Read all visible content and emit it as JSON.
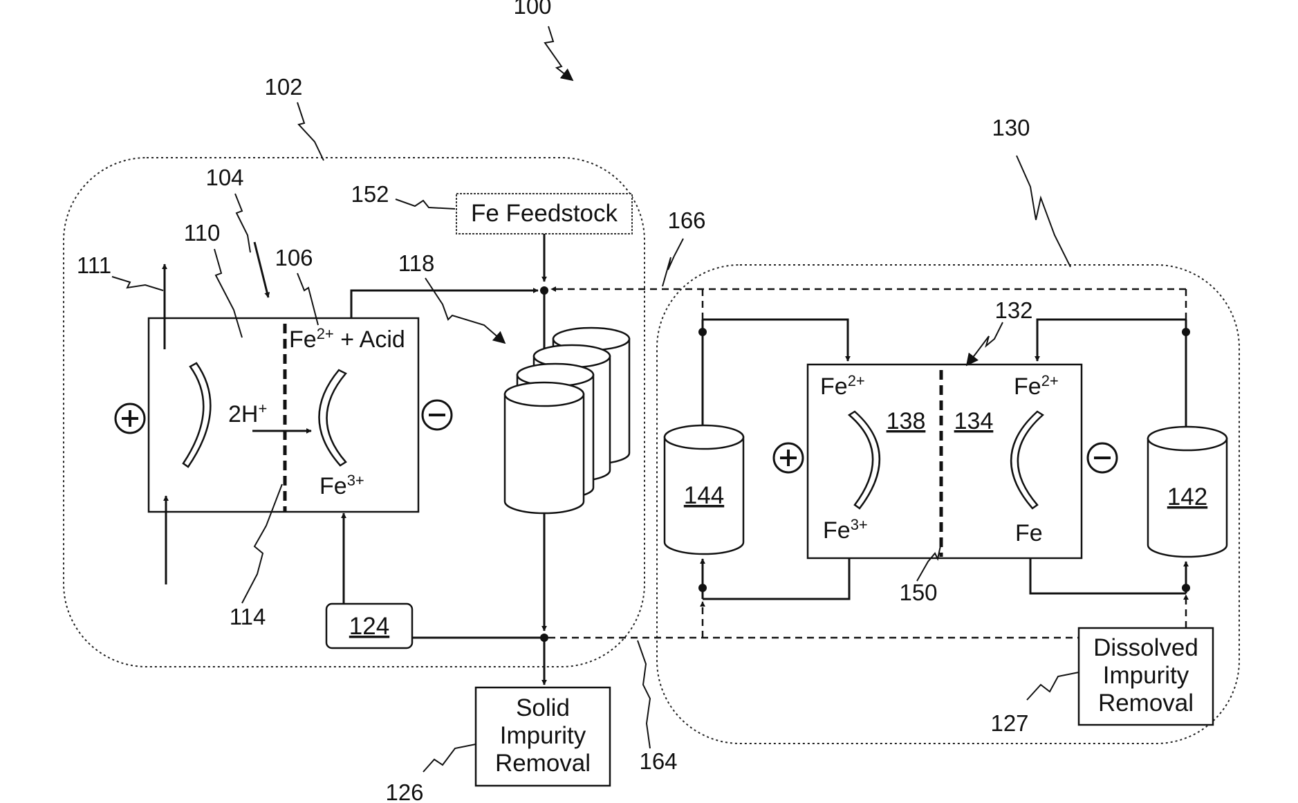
{
  "refs": {
    "r100": "100",
    "r102": "102",
    "r104": "104",
    "r106": "106",
    "r110": "110",
    "r111": "111",
    "r114": "114",
    "r118": "118",
    "r126": "126",
    "r127": "127",
    "r130": "130",
    "r132": "132",
    "r134": "134",
    "r138": "138",
    "r150": "150",
    "r152": "152",
    "r164": "164",
    "r166": "166"
  },
  "labels": {
    "fe_feedstock": "Fe Feedstock",
    "acid": " + Acid",
    "h_ion_base": "2H",
    "h_ion_sup": "+",
    "fe": "Fe",
    "fe2_sup": "2+",
    "fe3_sup": "3+",
    "box124": "124",
    "tank144": "144",
    "tank142": "142",
    "cell138": "138",
    "cell134": "134",
    "solid_removal": [
      "Solid",
      "Impurity",
      "Removal"
    ],
    "dissolved_removal": [
      "Dissolved",
      "Impurity",
      "Removal"
    ]
  },
  "icons": {
    "plus": "plus-terminal-icon",
    "minus": "minus-terminal-icon"
  },
  "colors": {
    "ink": "#111111",
    "background": "#ffffff"
  }
}
